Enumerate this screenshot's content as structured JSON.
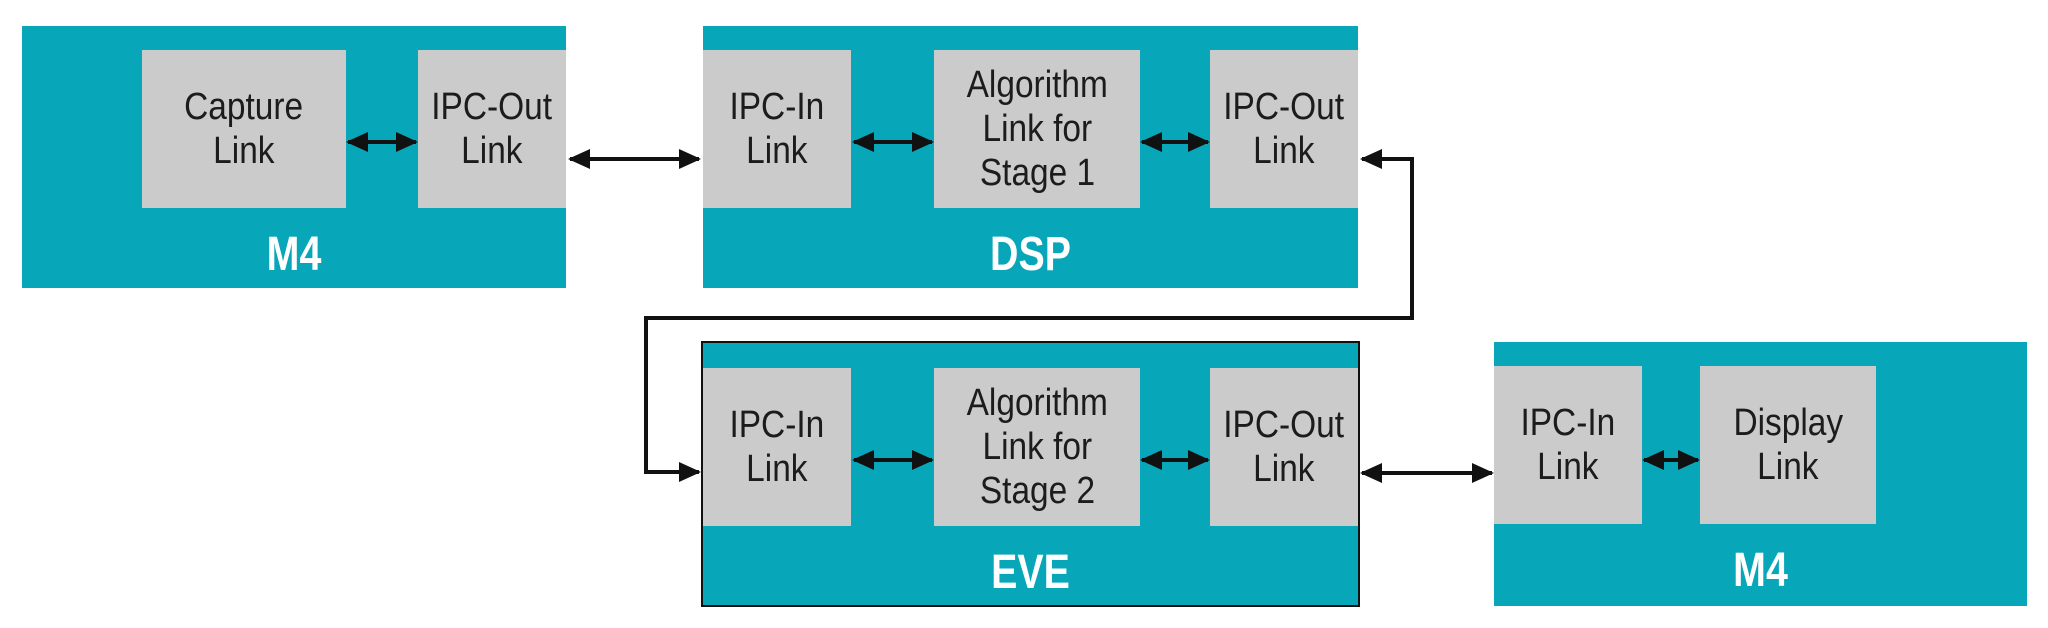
{
  "processors": {
    "m4_top": {
      "label": "M4"
    },
    "dsp": {
      "label": "DSP"
    },
    "eve": {
      "label": "EVE"
    },
    "m4_bottom": {
      "label": "M4"
    }
  },
  "blocks": {
    "capture": {
      "line1": "Capture",
      "line2": "Link"
    },
    "m4_ipc_out": {
      "line1": "IPC-Out",
      "line2": "Link"
    },
    "dsp_ipc_in": {
      "line1": "IPC-In",
      "line2": "Link"
    },
    "dsp_algo": {
      "line1": "Algorithm",
      "line2": "Link for",
      "line3": "Stage 1"
    },
    "dsp_ipc_out": {
      "line1": "IPC-Out",
      "line2": "Link"
    },
    "eve_ipc_in": {
      "line1": "IPC-In",
      "line2": "Link"
    },
    "eve_algo": {
      "line1": "Algorithm",
      "line2": "Link for",
      "line3": "Stage 2"
    },
    "eve_ipc_out": {
      "line1": "IPC-Out",
      "line2": "Link"
    },
    "m4b_ipc_in": {
      "line1": "IPC-In",
      "line2": "Link"
    },
    "display": {
      "line1": "Display",
      "line2": "Link"
    }
  },
  "colors": {
    "processor": "#07a6b8",
    "block": "#cbcbcb",
    "arrow": "#111111"
  }
}
